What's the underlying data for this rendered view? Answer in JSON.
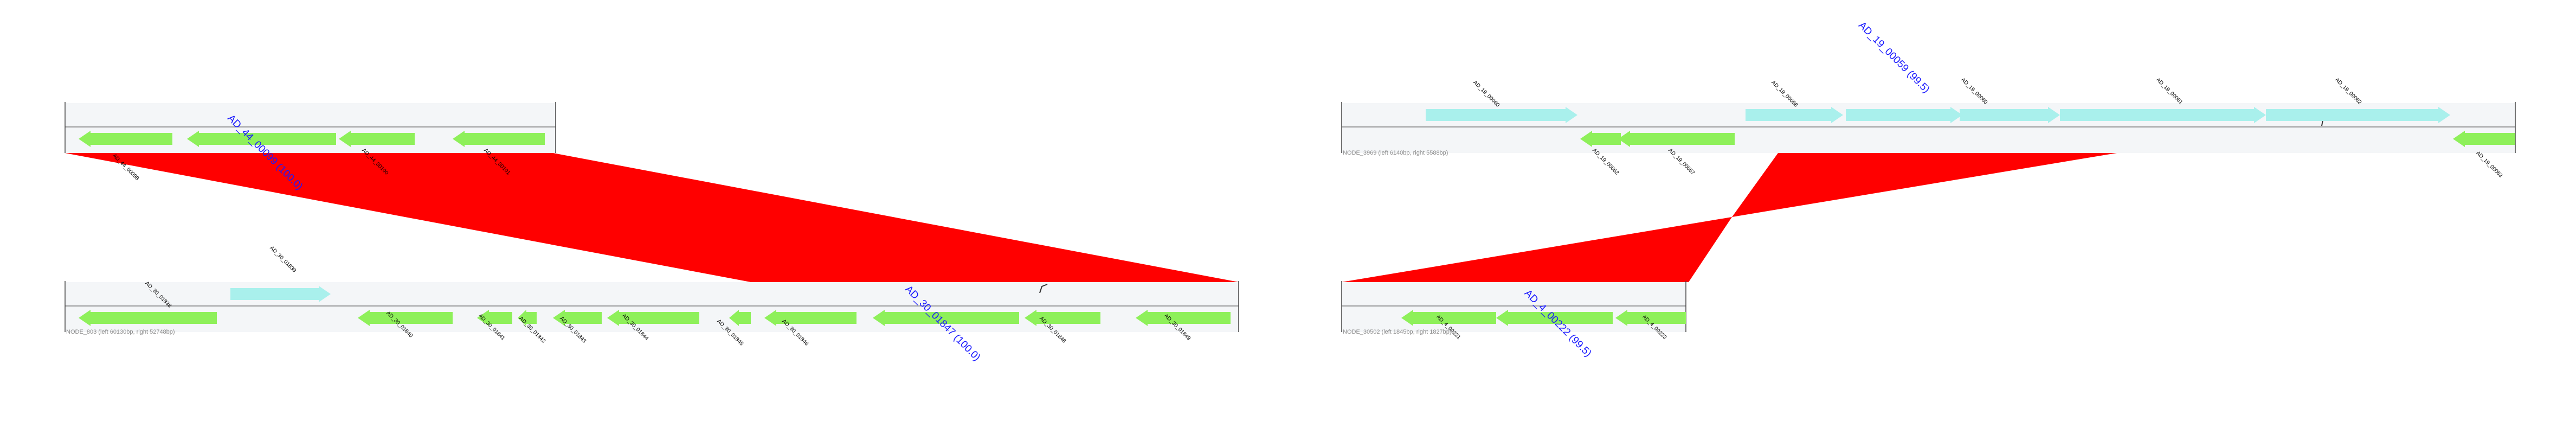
{
  "colors": {
    "forward_gene": "#a9f0ec",
    "reverse_gene": "#8ef05a",
    "contig_band": "#f4f6f8",
    "contig_line": "#7a7a7a",
    "synteny": "#ff0000",
    "highlight_label": "#1a1aff"
  },
  "panels": [
    {
      "top": {
        "label": "",
        "genes": [
          {
            "dir": "rev",
            "label": "AD_44_00098"
          },
          {
            "dir": "rev",
            "label": "AD_44_00099 (100.0)",
            "highlight": true
          },
          {
            "dir": "rev",
            "label": "AD_44_00100"
          },
          {
            "dir": "rev",
            "label": "AD_44_00101"
          }
        ]
      },
      "bottom": {
        "label": "NODE_803 (left 60130bp, right 52748bp)",
        "genes": [
          {
            "dir": "rev",
            "label": "AD_30_01838"
          },
          {
            "dir": "fwd",
            "label": "AD_30_01839"
          },
          {
            "dir": "rev",
            "label": "AD_30_01840"
          },
          {
            "dir": "rev",
            "label": "AD_30_01841"
          },
          {
            "dir": "rev",
            "label": "AD_30_01842"
          },
          {
            "dir": "rev",
            "label": "AD_30_01843"
          },
          {
            "dir": "rev",
            "label": "AD_30_01844"
          },
          {
            "dir": "rev",
            "label": "AD_30_01845"
          },
          {
            "dir": "rev",
            "label": "AD_30_01846"
          },
          {
            "dir": "rev",
            "label": "AD_30_01847 (100.0)",
            "highlight": true
          },
          {
            "dir": "rev",
            "label": "AD_30_01848"
          },
          {
            "dir": "rev",
            "label": "AD_30_01849"
          }
        ]
      }
    },
    {
      "top": {
        "label": "NODE_3969 (left 6140bp, right 5588bp)",
        "genes": [
          {
            "dir": "fwd",
            "label": "AD_19_00060"
          },
          {
            "dir": "rev",
            "label": "AD_19_00062"
          },
          {
            "dir": "rev",
            "label": "AD_19_00057"
          },
          {
            "dir": "fwd",
            "label": "AD_19_00058"
          },
          {
            "dir": "fwd",
            "label": "AD_19_00059 (99.5)",
            "highlight": true
          },
          {
            "dir": "fwd",
            "label": "AD_19_00060"
          },
          {
            "dir": "fwd",
            "label": "AD_19_00061"
          },
          {
            "dir": "fwd",
            "label": "AD_19_00062"
          },
          {
            "dir": "rev",
            "label": "AD_19_00063"
          }
        ]
      },
      "bottom": {
        "label": "NODE_30502 (left 1845bp, right 1827bp)",
        "genes": [
          {
            "dir": "rev",
            "label": "AD_4_00221"
          },
          {
            "dir": "rev",
            "label": "AD_4_00222 (99.5)",
            "highlight": true
          },
          {
            "dir": "rev",
            "label": "AD_4_00223"
          }
        ]
      }
    }
  ]
}
